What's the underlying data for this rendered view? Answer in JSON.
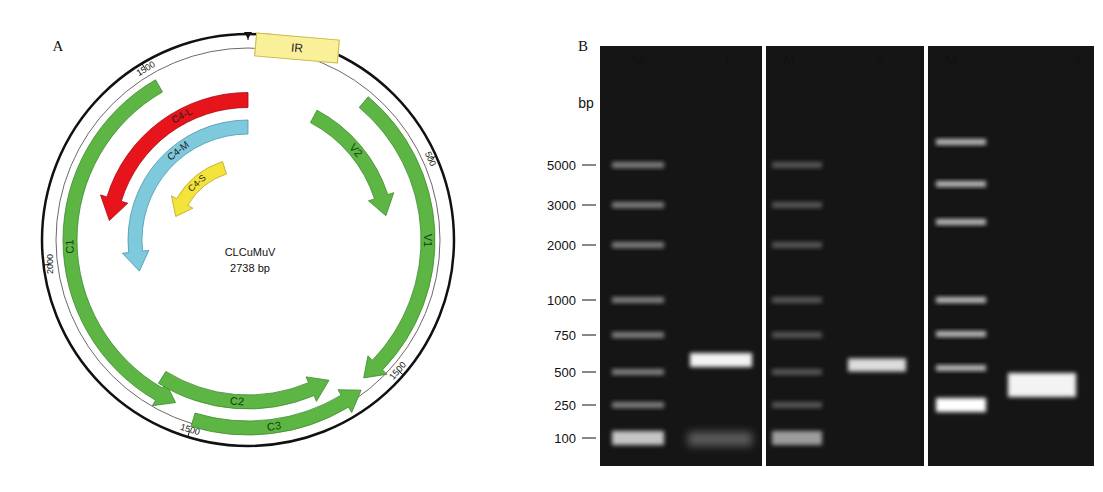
{
  "diagram": {
    "nodes": [
      {
        "text": [
          "IR"
        ]
      },
      {
        "text": [
          "C4-L"
        ]
      },
      {
        "text": [
          "C4-M"
        ]
      },
      {
        "text": [
          "C4-S"
        ]
      },
      {
        "text": [
          "V2"
        ]
      },
      {
        "text": [
          "V1"
        ]
      },
      {
        "text": [
          "C1"
        ]
      },
      {
        "text": [
          "C2"
        ]
      },
      {
        "text": [
          "C3"
        ]
      }
    ],
    "labels": [
      "A",
      "1500",
      "500",
      "2000",
      "1500",
      "1500",
      "CLCuMuV",
      "2738 bp",
      "B",
      "M",
      "1",
      "M",
      "2",
      "M",
      "3",
      "bp",
      "5000",
      "3000",
      "2000",
      "1000",
      "750",
      "500",
      "250",
      "100"
    ]
  }
}
